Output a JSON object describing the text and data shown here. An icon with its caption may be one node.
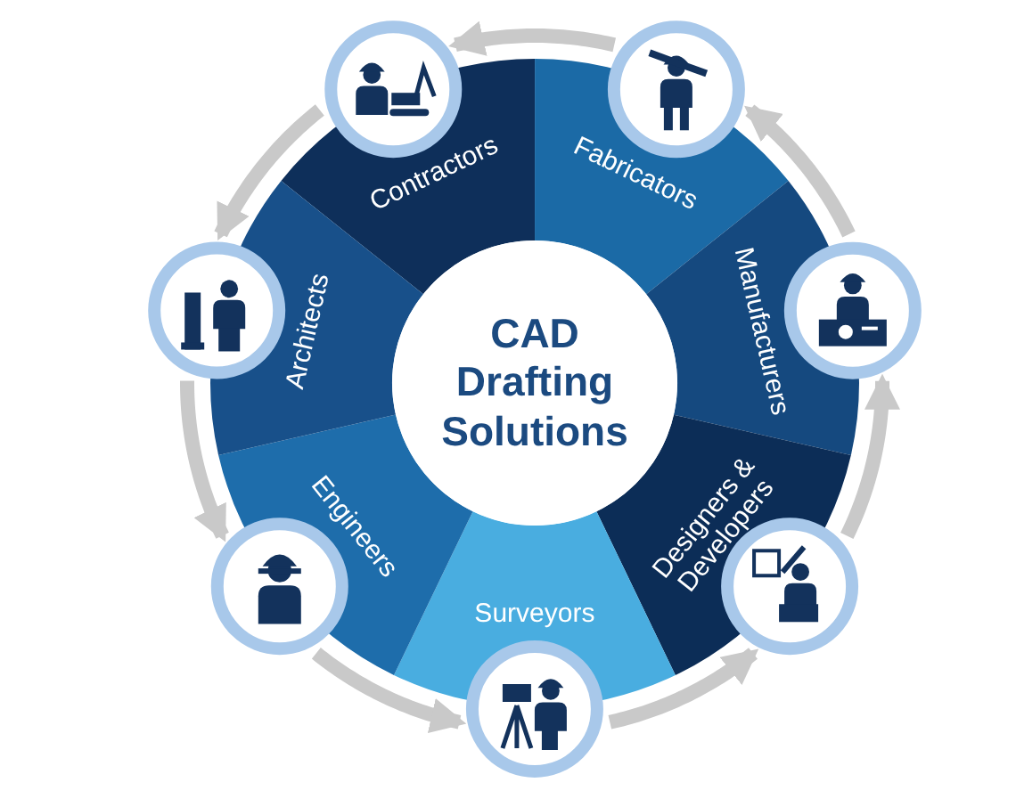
{
  "diagram": {
    "nodes": [
      {
        "text": [
          "CAD Drafting Solutions"
        ]
      },
      {
        "text": [
          "Contractors"
        ]
      },
      {
        "text": [
          "Fabricators"
        ]
      },
      {
        "text": [
          "Manufacturers"
        ]
      },
      {
        "text": [
          "Designers & Developers"
        ]
      },
      {
        "text": [
          "Surveyors"
        ]
      },
      {
        "text": [
          "Engineers"
        ]
      },
      {
        "text": [
          "Architects"
        ]
      },
      {
        "text": [],
        "shape": "circle"
      },
      {
        "text": [],
        "shape": "circle"
      },
      {
        "text": [],
        "shape": "circle"
      },
      {
        "text": [],
        "shape": "circle"
      },
      {
        "text": [],
        "shape": "circle"
      },
      {
        "text": [],
        "shape": "circle"
      },
      {
        "text": [],
        "shape": "circle"
      }
    ],
    "edges": [
      {
        "from": 9,
        "to": 8,
        "arrow": "to"
      },
      {
        "from": 8,
        "to": 14,
        "arrow": "to"
      },
      {
        "from": 14,
        "to": 13,
        "arrow": "to"
      },
      {
        "from": 13,
        "to": 12,
        "arrow": "to"
      },
      {
        "from": 12,
        "to": 11,
        "arrow": "to"
      },
      {
        "from": 11,
        "to": 10,
        "arrow": "to"
      },
      {
        "from": 10,
        "to": 9,
        "arrow": "to"
      }
    ]
  }
}
